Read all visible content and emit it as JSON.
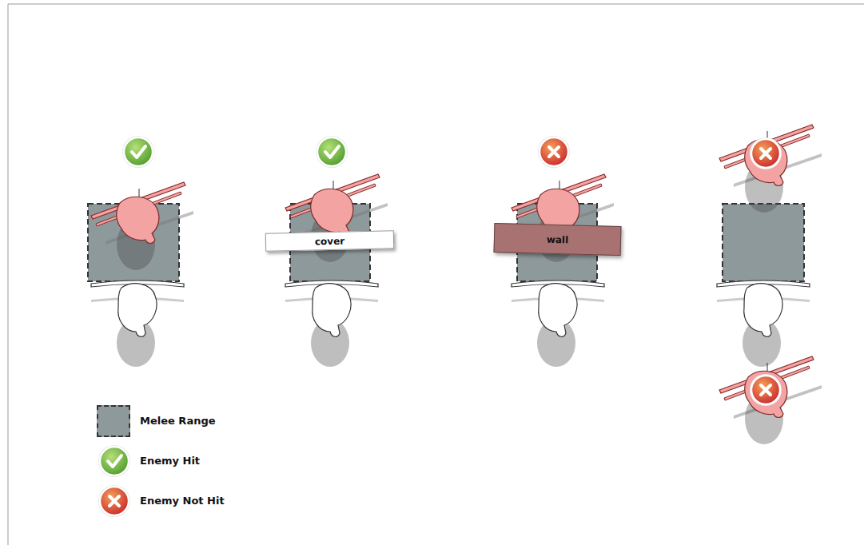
{
  "diagram": {
    "nodes": [
      {
        "text": [
          "cover"
        ]
      },
      {
        "text": [
          "wall"
        ]
      }
    ],
    "legend": [
      {
        "text": "Melee Range",
        "color": "#8e999c"
      },
      {
        "text": "Enemy Hit"
      },
      {
        "text": "Enemy Not Hit"
      }
    ]
  }
}
